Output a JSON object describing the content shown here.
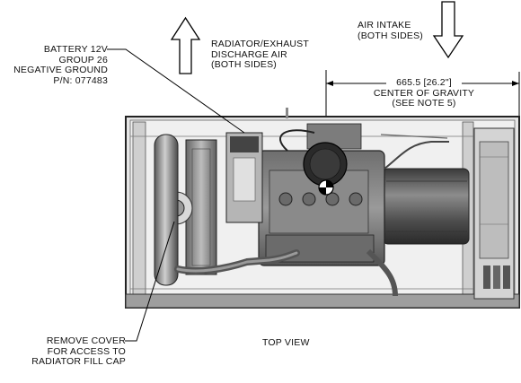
{
  "labels": {
    "battery": [
      "BATTERY 12V",
      "GROUP 26",
      "NEGATIVE GROUND",
      "P/N: 077483"
    ],
    "radiator_exhaust": [
      "RADIATOR/EXHAUST",
      "DISCHARGE AIR",
      "(BOTH SIDES)"
    ],
    "air_intake": [
      "AIR INTAKE",
      "(BOTH SIDES)"
    ],
    "center_of_gravity": [
      "665.5 [26.2\"]",
      "CENTER OF GRAVITY",
      "(SEE NOTE 5)"
    ],
    "remove_cover": [
      "REMOVE COVER",
      "FOR ACCESS TO",
      "RADIATOR FILL CAP"
    ],
    "view_title": "TOP VIEW"
  }
}
